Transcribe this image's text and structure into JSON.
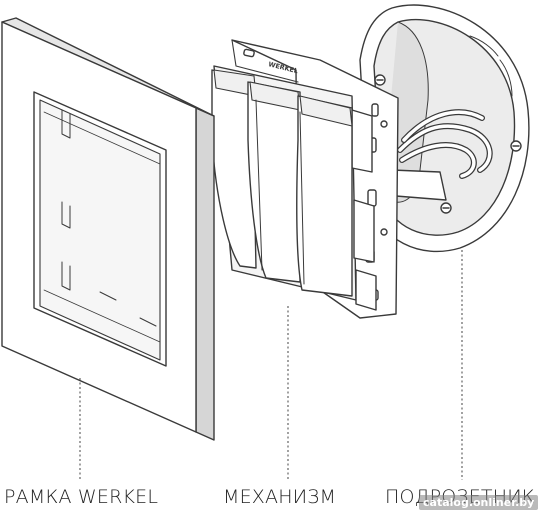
{
  "labels": {
    "frame": "РАМКА WERKEL",
    "mechanism": "МЕХАНИЗМ",
    "backbox": "ПОДРОЗЕТНИК"
  },
  "mechanism_brand": "WERKEL",
  "watermark": "catalog.onliner.by",
  "colors": {
    "line": "#3a3a3a",
    "frame_fill": "#ffffff",
    "frame_edge": "#d6d6d6",
    "backbox_inner": "#ececec",
    "label_text": "#222222"
  }
}
